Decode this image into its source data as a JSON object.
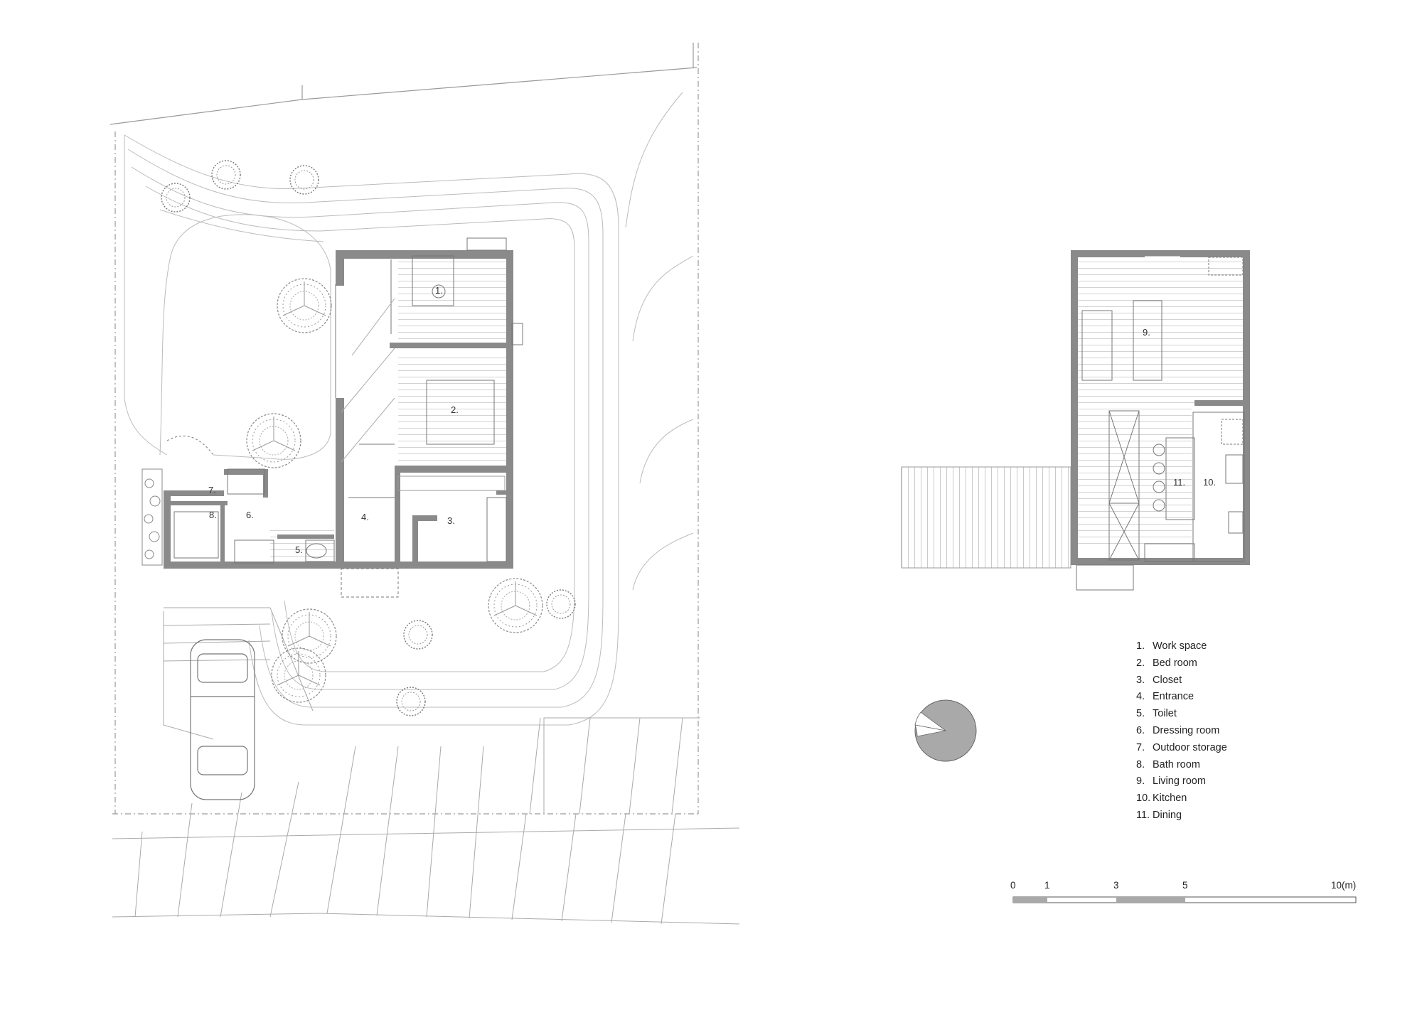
{
  "room_labels": {
    "work_space": "1.",
    "bed_room": "2.",
    "closet": "3.",
    "entrance": "4.",
    "toilet": "5.",
    "dressing_room": "6.",
    "outdoor_storage": "7.",
    "bath_room": "8.",
    "living_room": "9.",
    "dining": "11.",
    "kitchen": "10."
  },
  "legend": [
    {
      "num": "1.",
      "text": "Work space"
    },
    {
      "num": "2.",
      "text": "Bed room"
    },
    {
      "num": "3.",
      "text": "Closet"
    },
    {
      "num": "4.",
      "text": "Entrance"
    },
    {
      "num": "5.",
      "text": "Toilet"
    },
    {
      "num": "6.",
      "text": "Dressing room"
    },
    {
      "num": "7.",
      "text": "Outdoor storage"
    },
    {
      "num": "8.",
      "text": "Bath room"
    },
    {
      "num": "9.",
      "text": "Living room"
    },
    {
      "num": "10.",
      "text": "Kitchen"
    },
    {
      "num": "11.",
      "text": "Dining"
    }
  ],
  "scale_bar": {
    "labels": [
      "0",
      "1",
      "3",
      "5",
      "10(m)"
    ]
  },
  "colors": {
    "wall": "#8a8a8a",
    "line": "#777777",
    "light_line": "#b8b8b8",
    "north_fill": "#a9a9a9"
  }
}
